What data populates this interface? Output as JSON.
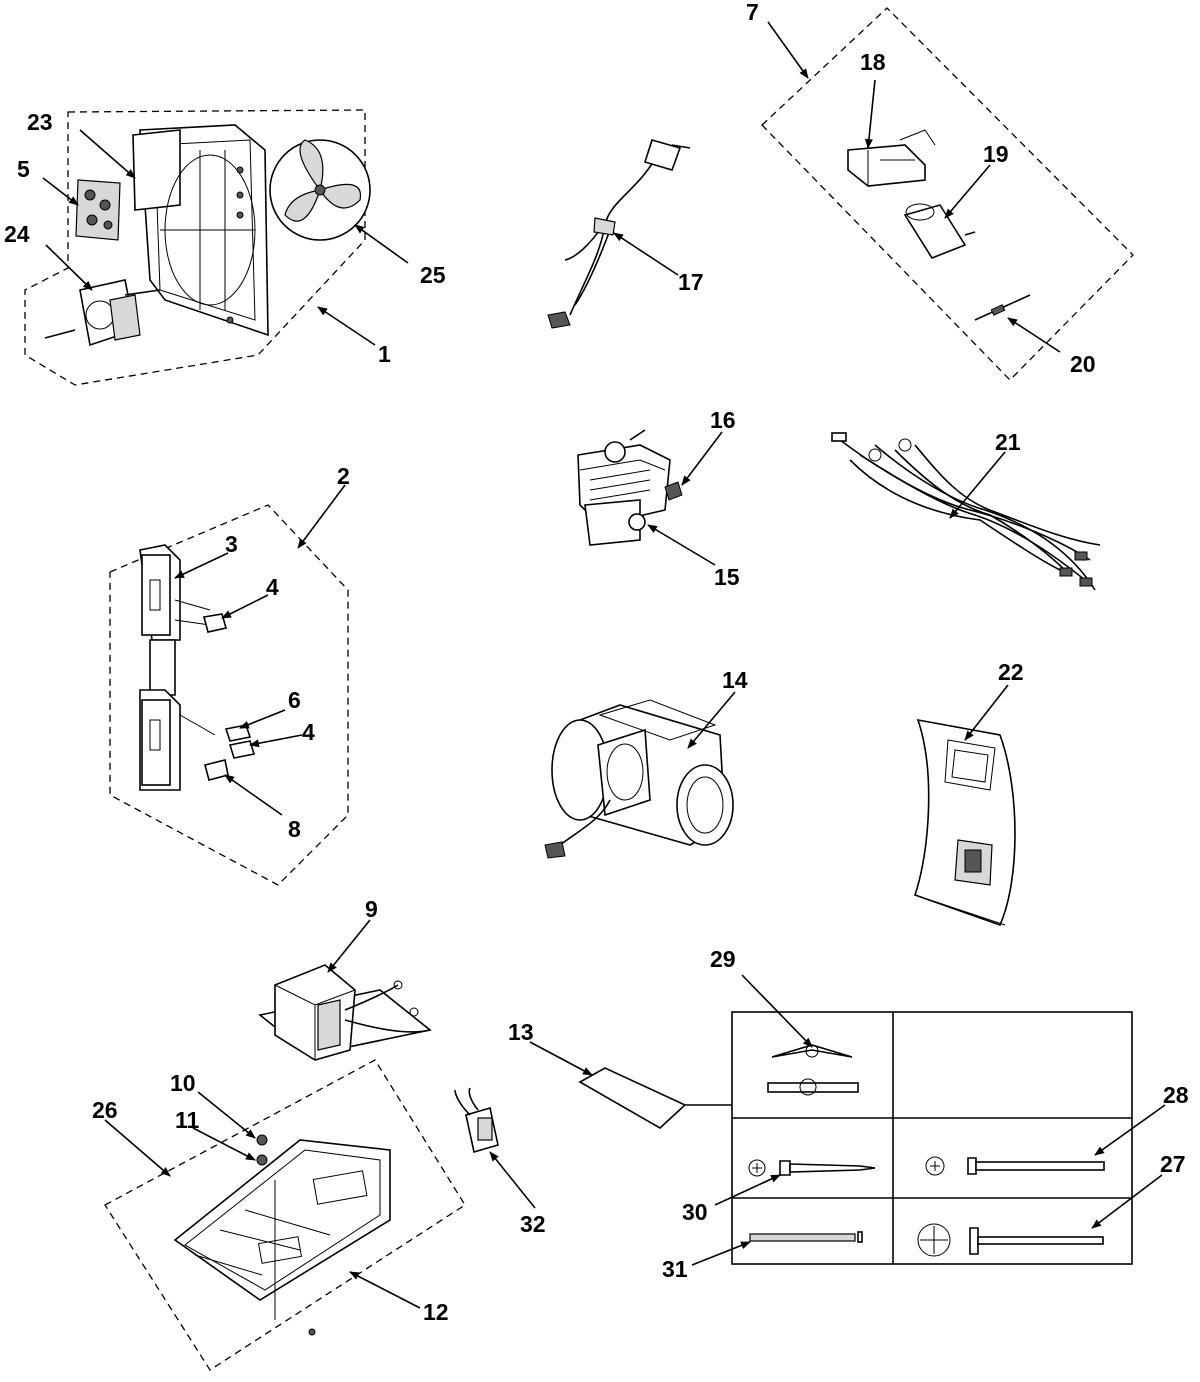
{
  "diagram": {
    "callouts": {
      "c1": "1",
      "c2": "2",
      "c3": "3",
      "c4a": "4",
      "c4b": "4",
      "c5": "5",
      "c6": "6",
      "c7": "7",
      "c8": "8",
      "c9": "9",
      "c10": "10",
      "c11": "11",
      "c12": "12",
      "c13": "13",
      "c14": "14",
      "c15": "15",
      "c16": "16",
      "c17": "17",
      "c18": "18",
      "c19": "19",
      "c20": "20",
      "c21": "21",
      "c22": "22",
      "c23": "23",
      "c24": "24",
      "c25": "25",
      "c26": "26",
      "c27": "27",
      "c28": "28",
      "c29": "29",
      "c30": "30",
      "c31": "31",
      "c32": "32"
    }
  }
}
